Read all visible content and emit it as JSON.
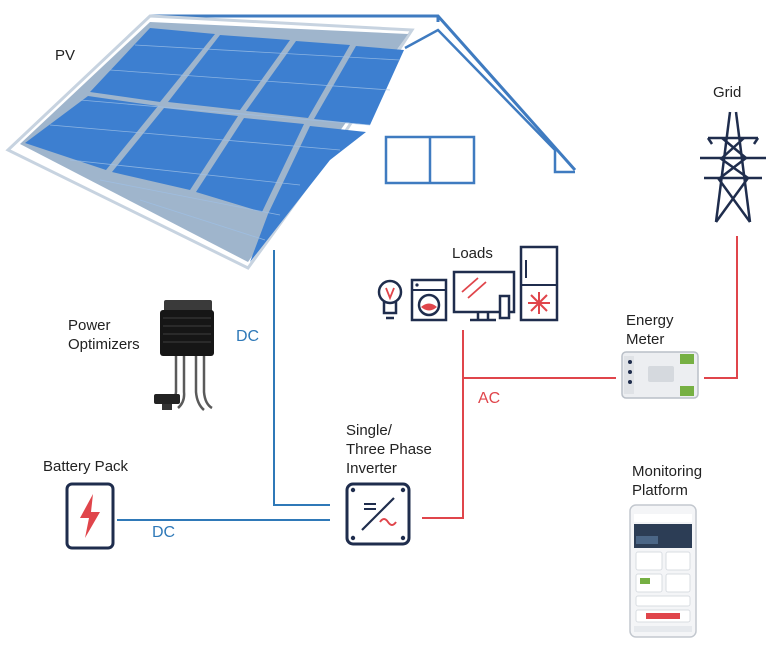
{
  "labels": {
    "pv": "PV",
    "grid": "Grid",
    "loads": "Loads",
    "power_optimizers": "Power\nOptimizers",
    "energy_meter": "Energy\nMeter",
    "battery_pack": "Battery Pack",
    "inverter": "Single/\nThree Phase\nInverter",
    "monitoring_platform": "Monitoring\nPlatform"
  },
  "connections": {
    "dc_pv": "DC",
    "dc_battery": "DC",
    "ac": "AC"
  },
  "colors": {
    "dc_line": "#2f79b8",
    "ac_line": "#e0454b",
    "house_outline": "#3f7bc0",
    "panel_blue": "#3d7fd0",
    "device_navy": "#1f2d4d",
    "accent_red": "#e0454b"
  },
  "icons": [
    "solar-panel-icon",
    "transmission-tower-icon",
    "light-bulb-icon",
    "washing-machine-icon",
    "monitor-icon",
    "refrigerator-icon",
    "power-optimizer-icon",
    "energy-meter-icon",
    "battery-icon",
    "inverter-icon",
    "smartphone-icon"
  ]
}
